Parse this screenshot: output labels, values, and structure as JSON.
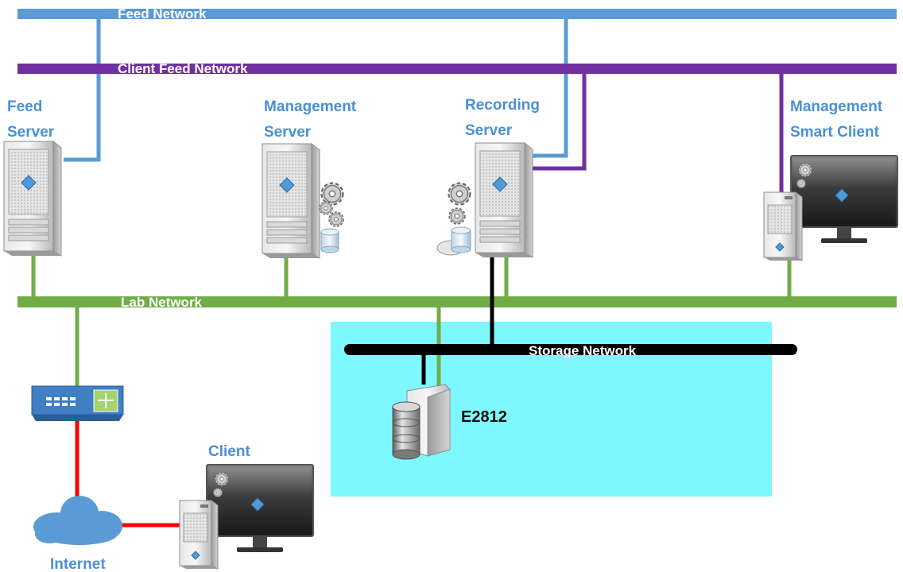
{
  "networks": {
    "feed": "Feed Network",
    "client_feed": "Client Feed Network",
    "lab": "Lab Network",
    "storage": "Storage Network"
  },
  "devices": {
    "feed_server": [
      "Feed",
      "Server"
    ],
    "management_server": [
      "Management",
      "Server"
    ],
    "recording_server": [
      "Recording",
      "Server"
    ],
    "management_smart_client": [
      "Management",
      "Smart Client"
    ],
    "client": "Client",
    "internet": "Internet",
    "storage_array": "E2812"
  },
  "colors": {
    "feed_network": "#5b9bd5",
    "client_feed_network": "#7030a0",
    "lab_network": "#70ad47",
    "storage_network": "#000000",
    "internet_link": "#ff0000",
    "storage_zone": "#7ef8ff",
    "device_label": "#4a90d4"
  },
  "icons": {
    "server": "server-tower-icon",
    "gears": "gears-icon",
    "database": "database-icon",
    "monitor": "monitor-icon",
    "switch": "network-switch-icon",
    "cloud": "cloud-icon",
    "storage": "storage-array-icon"
  }
}
